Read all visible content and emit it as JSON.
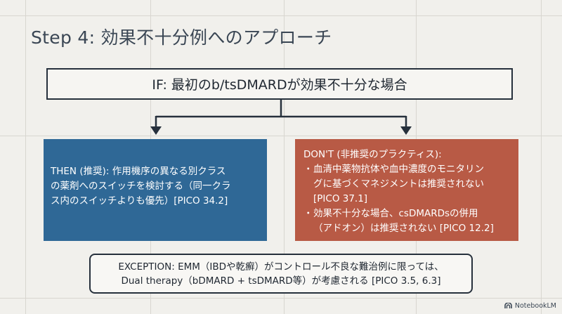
{
  "slide": {
    "title": "Step 4: 効果不十分例へのアプローチ",
    "if_text": "IF: 最初のb/tsDMARDが効果不十分な場合",
    "then": {
      "lines": [
        "THEN (推奨): 作用機序の異なる別クラス",
        "の薬剤へのスイッチを検討する（同一クラ",
        "ス内のスイッチよりも優先）[PICO 34.2]"
      ]
    },
    "dont": {
      "heading": "DON'T (非推奨のプラクティス):",
      "bullet_symbol": "・",
      "bullets": [
        [
          "血清中薬物抗体や血中濃度のモニタリン",
          "グに基づくマネジメントは推奨されない",
          "[PICO 37.1]"
        ],
        [
          "効果不十分な場合、csDMARDsの併用",
          "（アドオン）は推奨されない [PICO 12.2]"
        ]
      ]
    },
    "exception": {
      "lines": [
        "EXCEPTION: EMM（IBDや乾癬）がコントロール不良な難治例に限っては、",
        "Dual therapy（bDMARD + tsDMARD等）が考慮される [PICO 3.5, 6.3]"
      ]
    }
  },
  "watermark": {
    "label": "NotebookLM"
  },
  "colors": {
    "background": "#f1f0ec",
    "then_box": "#2f6896",
    "dont_box": "#b85a45",
    "line": "#26303c"
  }
}
